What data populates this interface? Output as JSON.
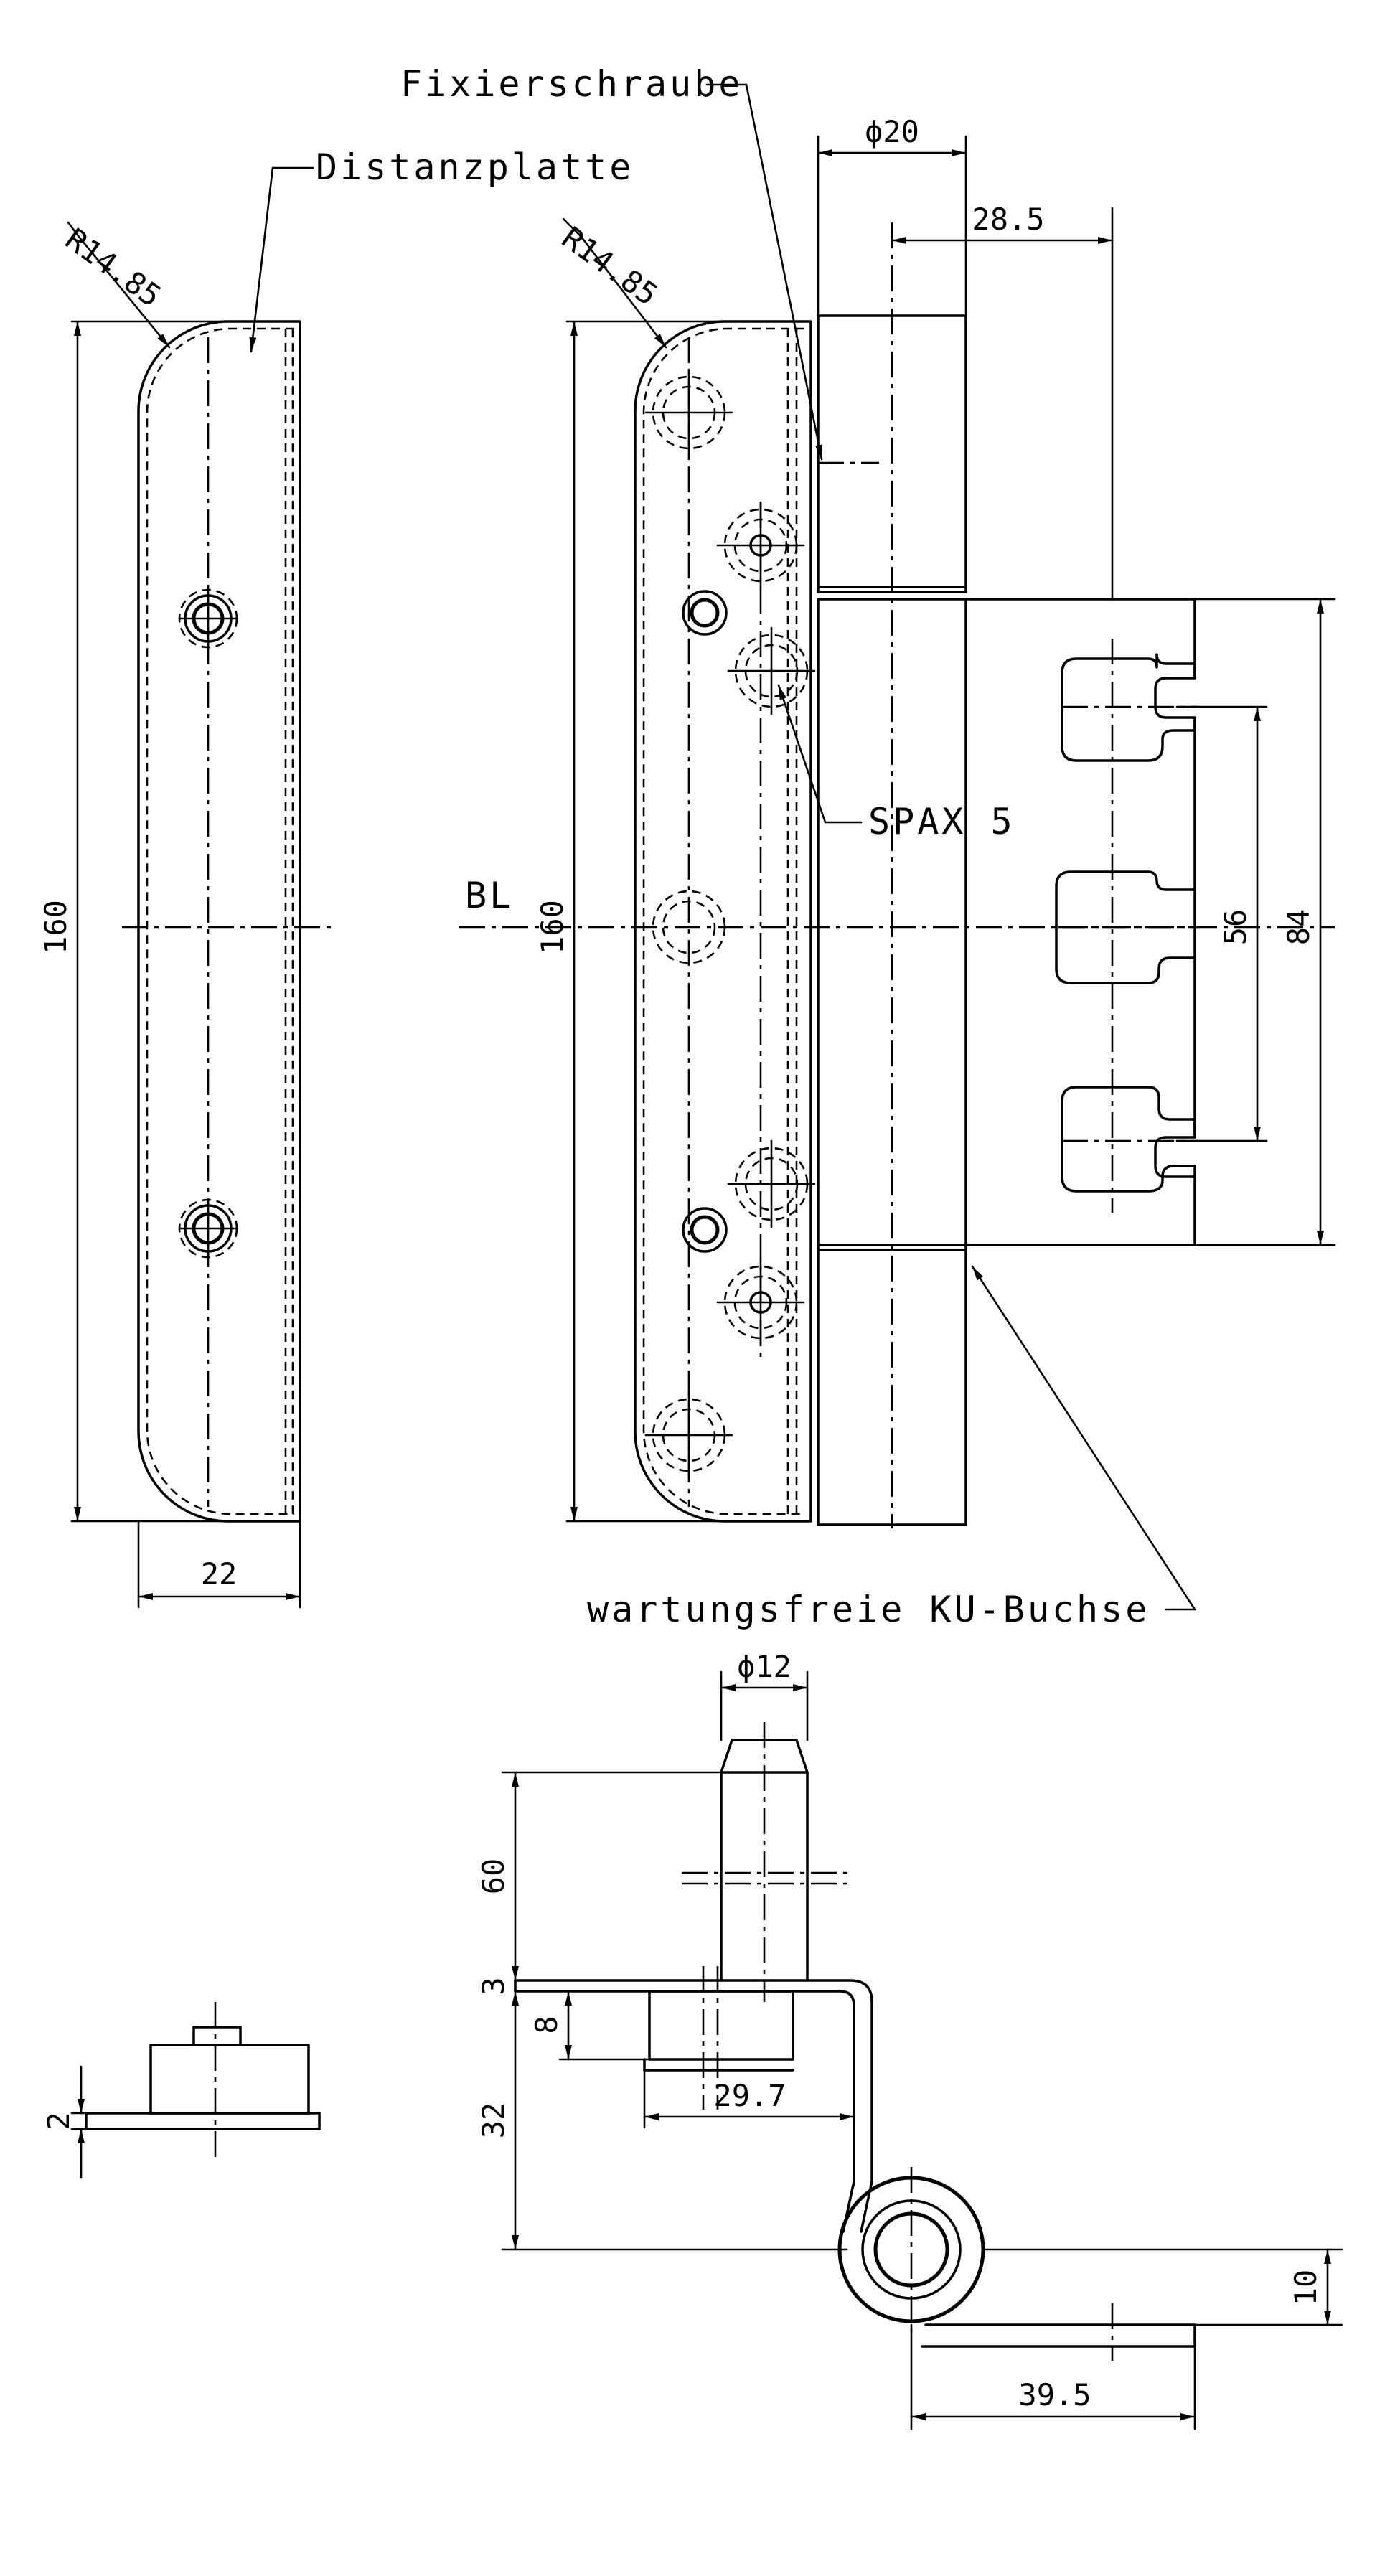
{
  "labels": {
    "fixierschraube": "Fixierschraube",
    "distanzplatte": "Distanzplatte",
    "spax": "SPAX 5",
    "bl": "BL",
    "buchse": "wartungsfreie KU-Buchse"
  },
  "dims": {
    "phi20": "ϕ20",
    "d28_5": "28.5",
    "r_left": "R14.85",
    "r_mid": "R14.85",
    "h160_left": "160",
    "h160_mid": "160",
    "w22": "22",
    "d56": "56",
    "d84": "84",
    "phi12": "ϕ12",
    "d60": "60",
    "d3": "3",
    "d8": "8",
    "d29_7": "29.7",
    "d32": "32",
    "d2": "2",
    "d10": "10",
    "d39_5": "39.5"
  }
}
